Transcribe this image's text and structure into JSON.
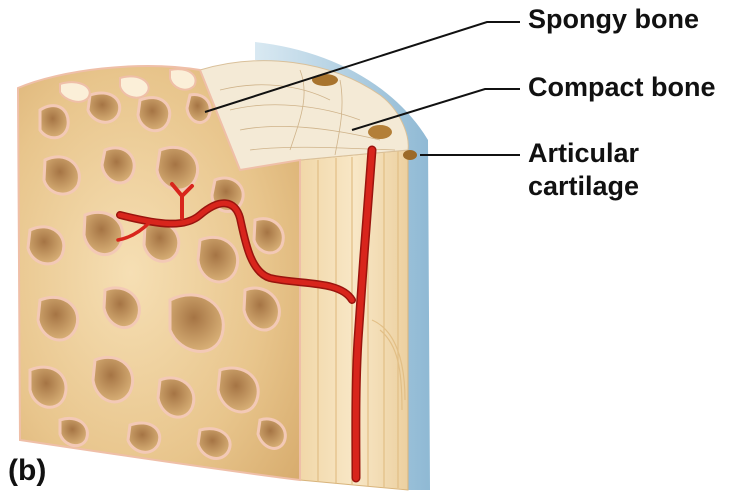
{
  "labels": {
    "spongy_bone": "Spongy bone",
    "compact_bone": "Compact bone",
    "articular_cartilage_line1": "Articular",
    "articular_cartilage_line2": "cartilage",
    "panel": "(b)"
  },
  "colors": {
    "bone_light": "#f7e2bd",
    "bone_mid": "#e9c990",
    "bone_dark": "#c99a5c",
    "bone_edge": "#f1c3b4",
    "cavity": "#ffffff",
    "cavity_shadow": "#b08050",
    "compact_surface": "#f4ead6",
    "cartilage": "#a8cbe0",
    "cartilage_light": "#d9e9f2",
    "vessel": "#d8251c",
    "vessel_dark": "#9a140e",
    "leader": "#111111"
  }
}
